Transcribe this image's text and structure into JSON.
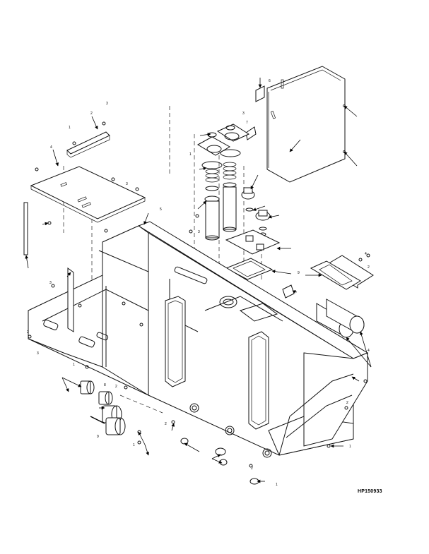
{
  "figure": {
    "id_label": "HP150933"
  },
  "callouts": [
    "3",
    "2",
    "1",
    "4",
    "5",
    "6",
    "7",
    "8",
    "9"
  ]
}
